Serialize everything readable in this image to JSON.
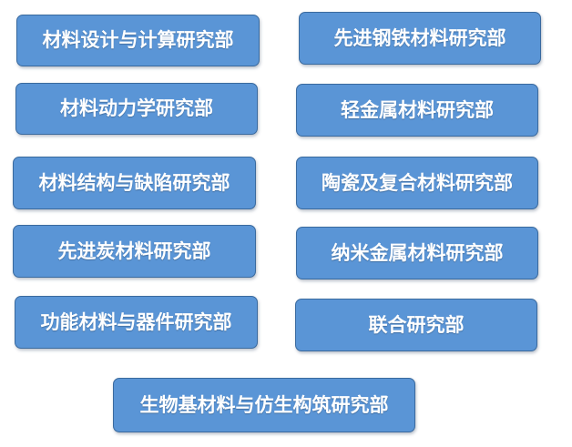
{
  "departments": {
    "left": [
      "材料设计与计算研究部",
      "材料动力学研究部",
      "材料结构与缺陷研究部",
      "先进炭材料研究部",
      "功能材料与器件研究部"
    ],
    "right": [
      "先进钢铁材料研究部",
      "轻金属材料研究部",
      "陶瓷及复合材料研究部",
      "纳米金属材料研究部",
      "联合研究部"
    ],
    "bottom": "生物基材料与仿生构筑研究部"
  },
  "colors": {
    "box_fill": "#5a95d6",
    "box_border": "#3a6a9e",
    "text": "#ffffff"
  }
}
